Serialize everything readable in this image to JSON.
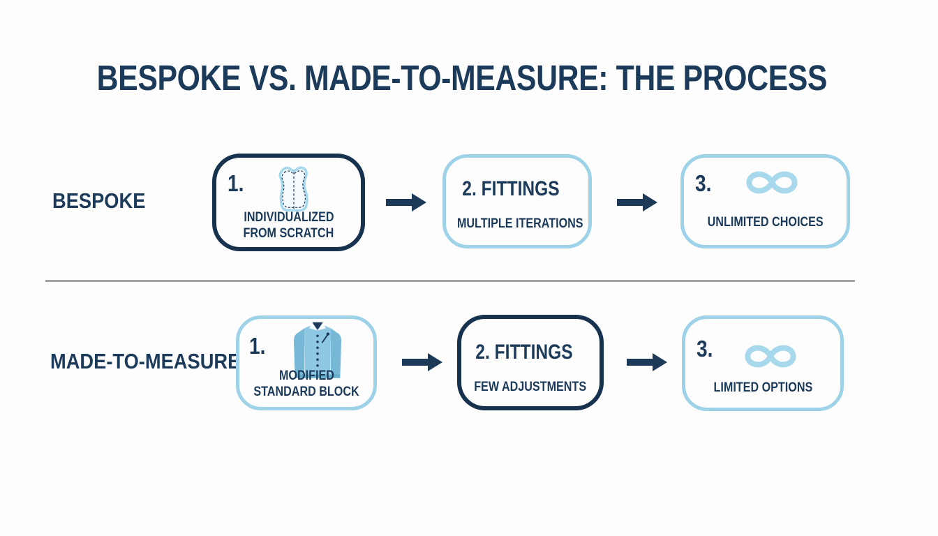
{
  "title": "BESPOKE VS. MADE-TO-MEASURE: THE PROCESS",
  "rows": [
    {
      "label": "BESPOKE",
      "steps": [
        {
          "number": "1.",
          "icon": "sewing-pattern-icon",
          "line1": "INDIVIDUALIZED",
          "line2": "FROM SCRATCH",
          "border_style": "navy"
        },
        {
          "heading": "2. FITTINGS",
          "subtitle": "MULTIPLE ITERATIONS",
          "border_style": "light-blue"
        },
        {
          "number": "3.",
          "icon": "infinity-icon",
          "subtitle": "UNLIMITED CHOICES",
          "border_style": "light-blue"
        }
      ]
    },
    {
      "label": "MADE-TO-MEASURE",
      "steps": [
        {
          "number": "1.",
          "icon": "shirt-icon",
          "line1": "MODIFIED",
          "line2": "STANDARD BLOCK",
          "border_style": "light-blue"
        },
        {
          "heading": "2. FITTINGS",
          "subtitle": "FEW ADJUSTMENTS",
          "border_style": "navy"
        },
        {
          "number": "3.",
          "icon": "infinity-icon",
          "subtitle": "LIMITED OPTIONS",
          "border_style": "light-blue"
        }
      ]
    }
  ],
  "connector_icon": "arrow-right-icon",
  "colors": {
    "navy_text": "#1c3a5a",
    "navy_border": "#16324f",
    "light_blue_border": "#9ed2e8",
    "infinity_blue": "#a8d8ec",
    "shirt_body": "#8ec7e1",
    "shirt_sleeve": "#76b8d6",
    "arrow_navy": "#1c3a57",
    "divider_gray": "#a2a2a2",
    "background": "#fdfdfd"
  }
}
